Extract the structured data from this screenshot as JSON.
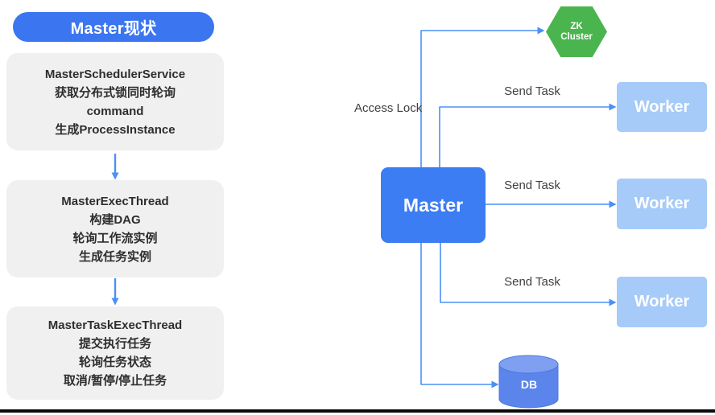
{
  "colors": {
    "primary_blue": "#3b76f0",
    "master_blue": "#3d7df3",
    "worker_light_blue": "#a6cbf8",
    "zk_green": "#4ab54e",
    "db_blue": "#5b85ea",
    "arrow_blue": "#4a90f5",
    "step_box_gray": "#f0f0f1"
  },
  "flow": {
    "title": "Master现状",
    "steps": [
      {
        "lines": [
          "MasterSchedulerService",
          "获取分布式锁同时轮询",
          "command",
          "生成ProcessInstance"
        ]
      },
      {
        "lines": [
          "MasterExecThread",
          "构建DAG",
          "轮询工作流实例",
          "生成任务实例"
        ]
      },
      {
        "lines": [
          "MasterTaskExecThread",
          "提交执行任务",
          "轮询任务状态",
          "取消/暂停/停止任务"
        ]
      }
    ]
  },
  "architecture": {
    "master_label": "Master",
    "zk_cluster_label": "ZK Cluster",
    "workers": [
      {
        "label": "Worker"
      },
      {
        "label": "Worker"
      },
      {
        "label": "Worker"
      }
    ],
    "db_label": "DB",
    "access_lock_label": "Access Lock",
    "send_task_labels": [
      "Send Task",
      "Send Task",
      "Send Task"
    ]
  }
}
